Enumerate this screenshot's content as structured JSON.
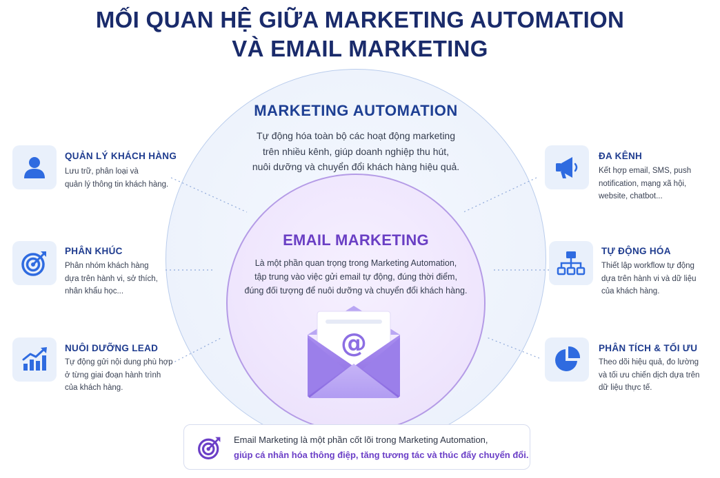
{
  "title": {
    "line1": "MỐI QUAN HỆ GIỮA MARKETING AUTOMATION",
    "line2": "VÀ EMAIL MARKETING"
  },
  "marketing_automation": {
    "title": "MARKETING AUTOMATION",
    "desc_lines": [
      "Tự động hóa toàn bộ các hoạt động marketing",
      "trên nhiều kênh, giúp doanh nghiệp thu hút,",
      "nuôi dưỡng và chuyển đổi khách hàng hiệu quả."
    ]
  },
  "email_marketing": {
    "title": "EMAIL MARKETING",
    "desc_lines": [
      "Là một phần quan trọng trong Marketing Automation,",
      "tập trung vào việc gửi email tự động, đúng thời điểm,",
      "đúng đối tượng để nuôi dưỡng và chuyển đổi khách hàng."
    ],
    "envelope_symbol": "@"
  },
  "features_left": [
    {
      "icon": "user-icon",
      "title": "QUẢN LÝ KHÁCH HÀNG",
      "desc_lines": [
        "Lưu trữ, phân loại và",
        "quản lý thông tin khách hàng."
      ]
    },
    {
      "icon": "target-icon",
      "title": "PHÂN KHÚC",
      "desc_lines": [
        "Phân nhóm khách hàng",
        "dựa trên hành vi, sở thích,",
        "nhân khẩu học..."
      ]
    },
    {
      "icon": "growth-chart-icon",
      "title": "NUÔI DƯỠNG LEAD",
      "desc_lines": [
        "Tự động gửi nội dung phù hợp",
        "ở từng giai đoạn hành trình",
        "của khách hàng."
      ]
    }
  ],
  "features_right": [
    {
      "icon": "megaphone-icon",
      "title": "ĐA KÊNH",
      "desc_lines": [
        "Kết hợp email, SMS, push",
        "notification, mạng xã hội,",
        "website, chatbot..."
      ]
    },
    {
      "icon": "workflow-icon",
      "title": "TỰ ĐỘNG HÓA",
      "desc_lines": [
        "Thiết lập workflow tự động",
        "dựa trên hành vi và dữ liệu",
        "của khách hàng."
      ]
    },
    {
      "icon": "pie-chart-icon",
      "title": "PHÂN TÍCH & TỐI ƯU",
      "desc_lines": [
        "Theo dõi hiệu quả, đo lường",
        "và tối ưu chiến dịch dựa trên",
        "dữ liệu thực tế."
      ]
    }
  ],
  "bottom_note": {
    "icon": "target-icon",
    "line1": "Email Marketing là một phần cốt lõi trong Marketing Automation,",
    "line2": "giúp cá nhân hóa thông điệp, tăng tương tác và thúc đẩy chuyển đổi."
  },
  "colors": {
    "title": "#1a2b6b",
    "ma_accent": "#1e3f93",
    "em_accent": "#6a3fc4",
    "icon_blue": "#2f6be0",
    "icon_bg": "#e9f0fb"
  }
}
